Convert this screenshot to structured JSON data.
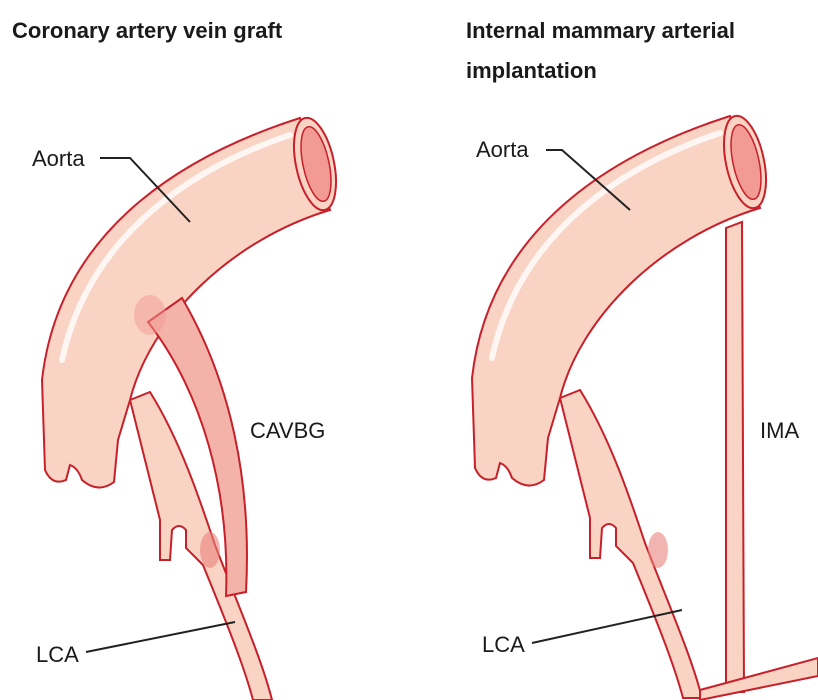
{
  "left_panel": {
    "title": "Coronary artery vein graft",
    "labels": {
      "aorta": "Aorta",
      "graft": "CAVBG",
      "lca": "LCA"
    }
  },
  "right_panel": {
    "title_line1": "Internal mammary arterial",
    "title_line2": "implantation",
    "labels": {
      "aorta": "Aorta",
      "ima": "IMA",
      "lca": "LCA"
    }
  },
  "colors": {
    "vessel_fill": "#f9d3c4",
    "vessel_stroke": "#c8202a",
    "lumen": "#f29a94",
    "graft_fill": "#f4b3a8"
  }
}
